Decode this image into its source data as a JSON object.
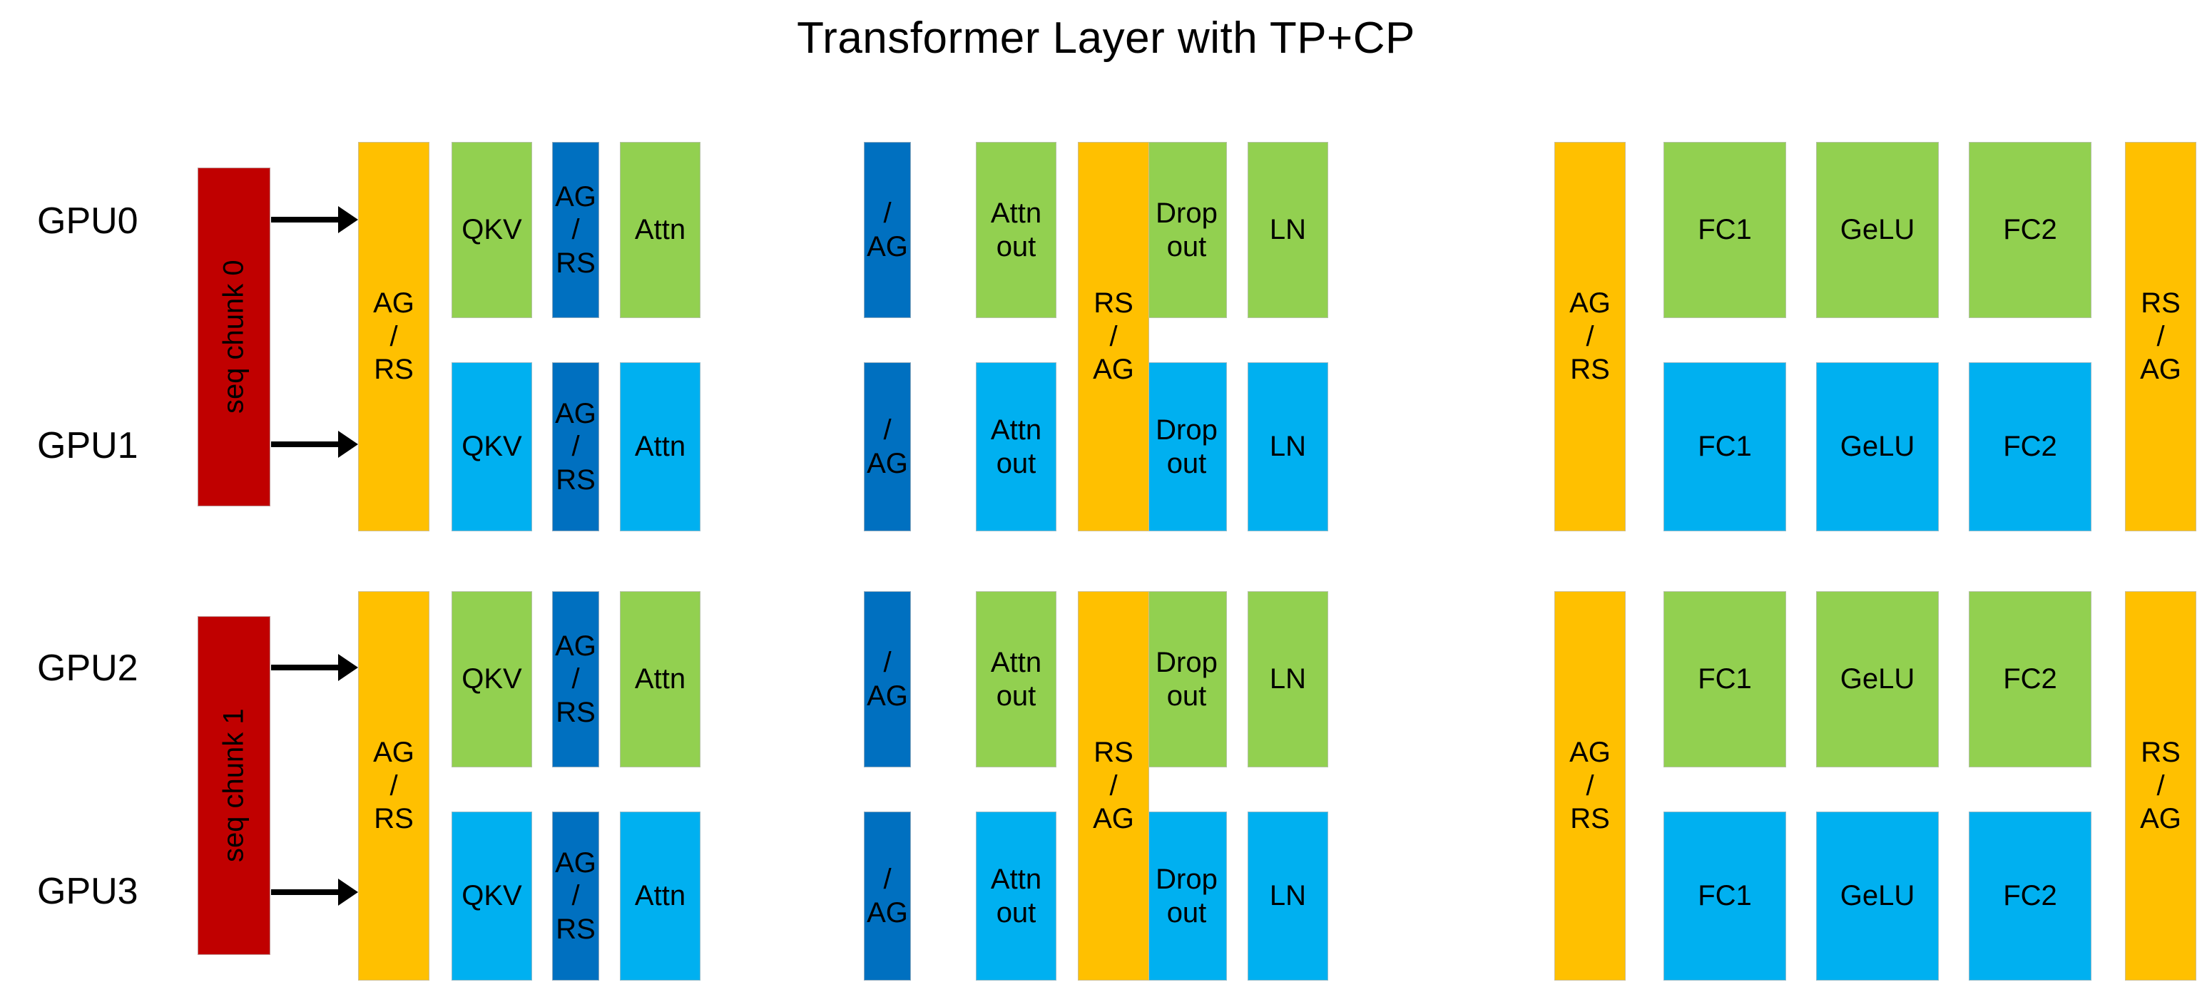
{
  "title": "Transformer Layer with TP+CP",
  "colors": {
    "green": "#92D050",
    "light_blue": "#00B0F0",
    "dark_blue": "#0070C0",
    "orange": "#FFC000",
    "red": "#C00000",
    "arrow": "#000000",
    "text": "#000000",
    "background": "#FFFFFF"
  },
  "gpu_labels": [
    {
      "id": "gpu0",
      "text": "GPU0"
    },
    {
      "id": "gpu1",
      "text": "GPU1"
    },
    {
      "id": "gpu2",
      "text": "GPU2"
    },
    {
      "id": "gpu3",
      "text": "GPU3"
    }
  ],
  "chunks": [
    {
      "id": "chunk0",
      "text": "seq chunk 0",
      "color": "#C00000"
    },
    {
      "id": "chunk1",
      "text": "seq chunk 1",
      "color": "#C00000"
    }
  ],
  "spanning_columns": [
    {
      "id": "cp-ag-rs-in-top",
      "text": "AG\n/\nRS",
      "color": "#FFC000",
      "group": 0
    },
    {
      "id": "tp-rs-ag-mid-top",
      "text": "RS\n/\nAG",
      "color": "#FFC000",
      "group": 0
    },
    {
      "id": "tp-ag-rs-mlp-top",
      "text": "AG\n/\nRS",
      "color": "#FFC000",
      "group": 0
    },
    {
      "id": "tp-rs-ag-out-top",
      "text": "RS\n/\nAG",
      "color": "#FFC000",
      "group": 0
    },
    {
      "id": "cp-ag-rs-in-bot",
      "text": "AG\n/\nRS",
      "color": "#FFC000",
      "group": 1
    },
    {
      "id": "tp-rs-ag-mid-bot",
      "text": "RS\n/\nAG",
      "color": "#FFC000",
      "group": 1
    },
    {
      "id": "tp-ag-rs-mlp-bot",
      "text": "AG\n/\nRS",
      "color": "#FFC000",
      "group": 1
    },
    {
      "id": "tp-rs-ag-out-bot",
      "text": "RS\n/\nAG",
      "color": "#FFC000",
      "group": 1
    }
  ],
  "rows": [
    {
      "gpu": "GPU0",
      "color": "#92D050",
      "blocks": [
        {
          "id": "qkv",
          "text": "QKV",
          "kind": "compute"
        },
        {
          "id": "ag-rs-1",
          "text": "AG\n/\nRS",
          "kind": "comm"
        },
        {
          "id": "attn",
          "text": "Attn",
          "kind": "compute"
        },
        {
          "id": "ag-1",
          "text": "/\nAG",
          "kind": "comm"
        },
        {
          "id": "attn-out",
          "text": "Attn\nout",
          "kind": "compute"
        },
        {
          "id": "dropout",
          "text": "Drop\nout",
          "kind": "compute"
        },
        {
          "id": "ln",
          "text": "LN",
          "kind": "compute"
        },
        {
          "id": "fc1",
          "text": "FC1",
          "kind": "compute"
        },
        {
          "id": "gelu",
          "text": "GeLU",
          "kind": "compute"
        },
        {
          "id": "fc2",
          "text": "FC2",
          "kind": "compute"
        }
      ]
    },
    {
      "gpu": "GPU1",
      "color": "#00B0F0",
      "blocks": [
        {
          "id": "qkv",
          "text": "QKV",
          "kind": "compute"
        },
        {
          "id": "ag-rs-1",
          "text": "AG\n/\nRS",
          "kind": "comm"
        },
        {
          "id": "attn",
          "text": "Attn",
          "kind": "compute"
        },
        {
          "id": "ag-1",
          "text": "/\nAG",
          "kind": "comm"
        },
        {
          "id": "attn-out",
          "text": "Attn\nout",
          "kind": "compute"
        },
        {
          "id": "dropout",
          "text": "Drop\nout",
          "kind": "compute"
        },
        {
          "id": "ln",
          "text": "LN",
          "kind": "compute"
        },
        {
          "id": "fc1",
          "text": "FC1",
          "kind": "compute"
        },
        {
          "id": "gelu",
          "text": "GeLU",
          "kind": "compute"
        },
        {
          "id": "fc2",
          "text": "FC2",
          "kind": "compute"
        }
      ]
    },
    {
      "gpu": "GPU2",
      "color": "#92D050",
      "blocks": [
        {
          "id": "qkv",
          "text": "QKV",
          "kind": "compute"
        },
        {
          "id": "ag-rs-1",
          "text": "AG\n/\nRS",
          "kind": "comm"
        },
        {
          "id": "attn",
          "text": "Attn",
          "kind": "compute"
        },
        {
          "id": "ag-1",
          "text": "/\nAG",
          "kind": "comm"
        },
        {
          "id": "attn-out",
          "text": "Attn\nout",
          "kind": "compute"
        },
        {
          "id": "dropout",
          "text": "Drop\nout",
          "kind": "compute"
        },
        {
          "id": "ln",
          "text": "LN",
          "kind": "compute"
        },
        {
          "id": "fc1",
          "text": "FC1",
          "kind": "compute"
        },
        {
          "id": "gelu",
          "text": "GeLU",
          "kind": "compute"
        },
        {
          "id": "fc2",
          "text": "FC2",
          "kind": "compute"
        }
      ]
    },
    {
      "gpu": "GPU3",
      "color": "#00B0F0",
      "blocks": [
        {
          "id": "qkv",
          "text": "QKV",
          "kind": "compute"
        },
        {
          "id": "ag-rs-1",
          "text": "AG\n/\nRS",
          "kind": "comm"
        },
        {
          "id": "attn",
          "text": "Attn",
          "kind": "compute"
        },
        {
          "id": "ag-1",
          "text": "/\nAG",
          "kind": "comm"
        },
        {
          "id": "attn-out",
          "text": "Attn\nout",
          "kind": "compute"
        },
        {
          "id": "dropout",
          "text": "Drop\nout",
          "kind": "compute"
        },
        {
          "id": "ln",
          "text": "LN",
          "kind": "compute"
        },
        {
          "id": "fc1",
          "text": "FC1",
          "kind": "compute"
        },
        {
          "id": "gelu",
          "text": "GeLU",
          "kind": "compute"
        },
        {
          "id": "fc2",
          "text": "FC2",
          "kind": "compute"
        }
      ]
    }
  ]
}
